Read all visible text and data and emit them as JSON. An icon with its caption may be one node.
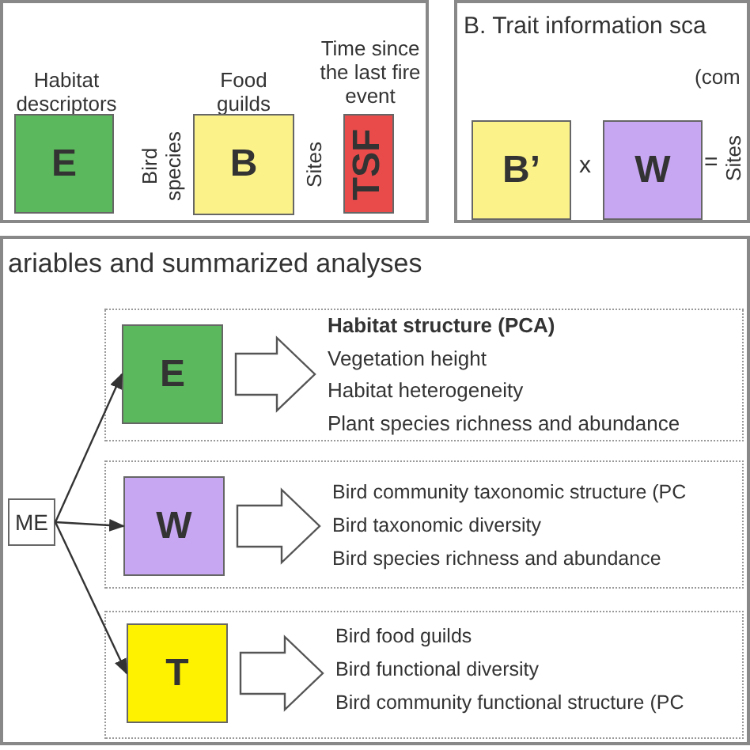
{
  "diagram": {
    "nodes": [
      {
        "text": [],
        "shape": "box"
      },
      {
        "text": [
          "Habitat descriptors",
          "E"
        ],
        "in": 0
      },
      {
        "text": [
          "Food guilds",
          "Bird species",
          "B"
        ],
        "in": 0
      },
      {
        "text": [
          "Time since the last fire event",
          "Sites",
          "TSF"
        ],
        "in": 0
      },
      {
        "text": [
          "B. Trait information sca",
          "(com"
        ]
      },
      {
        "text": [
          "B’"
        ],
        "in": 4
      },
      {
        "text": [
          "W"
        ],
        "in": 4
      },
      {
        "text": [
          "ariables and summarized analyses"
        ]
      },
      {
        "text": [
          "ME"
        ],
        "in": 7
      },
      {
        "text": [],
        "shape": "box",
        "in": 7
      },
      {
        "text": [
          "E"
        ],
        "in": 9
      },
      {
        "text": [
          "Habitat structure (PCA)",
          "Vegetation height",
          "Habitat heterogeneity",
          "Plant species richness and abundance"
        ],
        "in": 9
      },
      {
        "text": [],
        "shape": "box",
        "in": 7
      },
      {
        "text": [
          "W"
        ],
        "in": 12
      },
      {
        "text": [
          "Bird community taxonomic structure (PC",
          "Bird taxonomic diversity",
          "Bird species richness and abundance"
        ],
        "in": 12
      },
      {
        "text": [],
        "shape": "box",
        "in": 7
      },
      {
        "text": [
          "T"
        ],
        "in": 15
      },
      {
        "text": [
          "Bird food guilds",
          "Bird functional diversity",
          "Bird community functional structure (PC"
        ],
        "in": 15
      }
    ],
    "edges": [
      {
        "from": 8,
        "to": 10,
        "arrow": "to"
      },
      {
        "from": 8,
        "to": 13,
        "arrow": "to"
      },
      {
        "from": 8,
        "to": 16,
        "arrow": "to"
      },
      {
        "from": 10,
        "to": 11,
        "arrow": "to",
        "style": "thick"
      },
      {
        "from": 13,
        "to": 14,
        "arrow": "to",
        "style": "thick"
      },
      {
        "from": 16,
        "to": 17,
        "arrow": "to",
        "style": "thick"
      }
    ],
    "labels": [
      "x",
      "=",
      "Sites"
    ]
  }
}
